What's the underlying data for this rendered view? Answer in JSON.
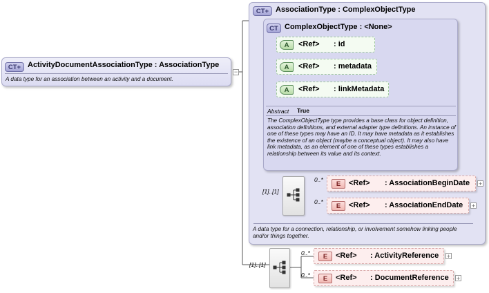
{
  "root": {
    "badge": "CT",
    "title": "ActivityDocumentAssociationType : AssociationType",
    "description": "A data type for an association between an activity and a document."
  },
  "association_type": {
    "badge": "CT",
    "title": "AssociationType : ComplexObjectType",
    "description": "A data type for a connection, relationship, or involvement somehow linking people and/or things together.",
    "sequence_cardinality": "[1]..[1]"
  },
  "complex_object_type": {
    "badge": "CT",
    "title": "ComplexObjectType : <None>",
    "abstract_label": "Abstract",
    "abstract_value": "True",
    "description": "The ComplexObjectType type provides a base class for object definition, association definitions, and external adapter type definitions. An instance of one of these types may have an ID. It may have metadata as it establishes the existence of an object (maybe a conceptual object). It may also have link metadata, as an element of one of these types establishes a relationship between its value and its context."
  },
  "attributes": [
    {
      "badge": "A",
      "ref": "<Ref>",
      "name": ": id"
    },
    {
      "badge": "A",
      "ref": "<Ref>",
      "name": ": metadata"
    },
    {
      "badge": "A",
      "ref": "<Ref>",
      "name": ": linkMetadata"
    }
  ],
  "association_elements": [
    {
      "badge": "E",
      "ref": "<Ref>",
      "name": ": AssociationBeginDate",
      "cardinality": "0..*"
    },
    {
      "badge": "E",
      "ref": "<Ref>",
      "name": ": AssociationEndDate",
      "cardinality": "0..*"
    }
  ],
  "root_sequence_cardinality": "[1]..[1]",
  "root_elements": [
    {
      "badge": "E",
      "ref": "<Ref>",
      "name": ": ActivityReference",
      "cardinality": "0..*"
    },
    {
      "badge": "E",
      "ref": "<Ref>",
      "name": ": DocumentReference",
      "cardinality": "0..*"
    }
  ],
  "icons": {
    "expand": "+",
    "collapse": "−",
    "ct_badge_glyph": "+",
    "sequence": "sequence-icon"
  },
  "colors": {
    "complex_type": "#dcdcf2",
    "attribute": "#f4fbf2",
    "element": "#fdeeee"
  }
}
